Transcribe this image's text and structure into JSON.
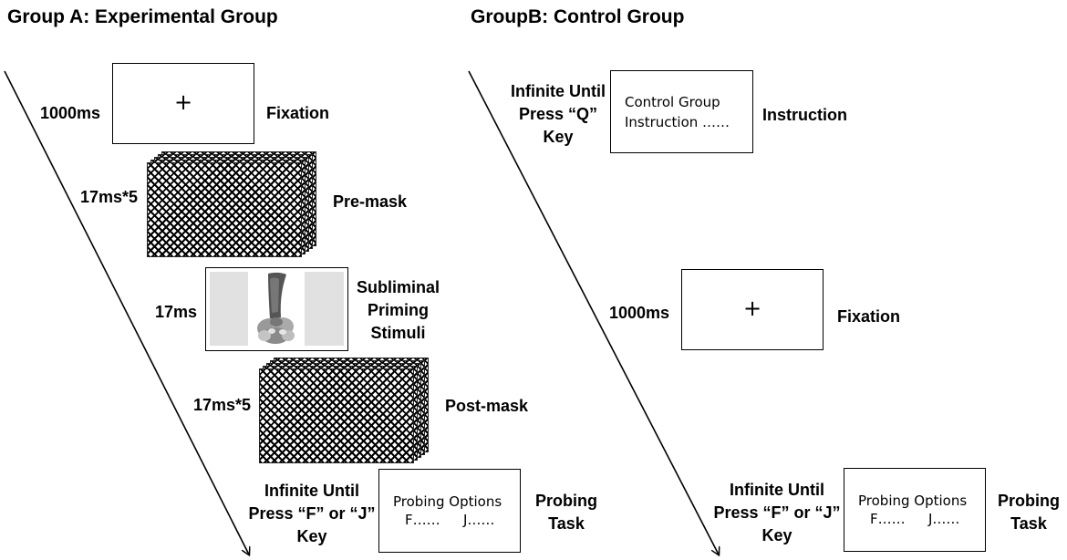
{
  "groupA": {
    "title": "Group A: Experimental Group",
    "fixation": {
      "time": "1000ms",
      "symbol": "+",
      "label": "Fixation"
    },
    "premask": {
      "time": "17ms*5",
      "label": "Pre-mask"
    },
    "prime": {
      "time": "17ms",
      "label_lines": [
        "Subliminal",
        "Priming",
        "Stimuli"
      ]
    },
    "postmask": {
      "time": "17ms*5",
      "label": "Post-mask"
    },
    "probe": {
      "time_lines": [
        "Infinite Until",
        "Press “F” or “J”",
        "Key"
      ],
      "box_title": "Probing Options",
      "option_f": "F……",
      "option_j": "J……",
      "label_lines": [
        "Probing",
        "Task"
      ]
    }
  },
  "groupB": {
    "title": "GroupB: Control Group",
    "instruction": {
      "time_lines": [
        "Infinite Until",
        "Press “Q”",
        "Key"
      ],
      "box_lines": [
        "Control Group",
        "Instruction ……"
      ],
      "label": "Instruction"
    },
    "fixation": {
      "time": "1000ms",
      "symbol": "+",
      "label": "Fixation"
    },
    "probe": {
      "time_lines": [
        "Infinite Until",
        "Press “F” or “J”",
        "Key"
      ],
      "box_title": "Probing Options",
      "option_f": "F……",
      "option_j": "J……",
      "label_lines": [
        "Probing",
        "Task"
      ]
    }
  }
}
